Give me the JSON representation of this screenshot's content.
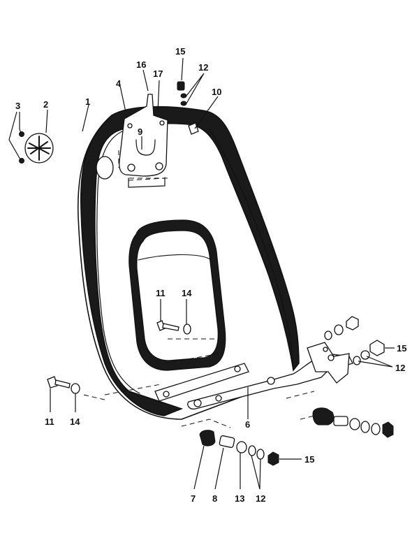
{
  "callouts": {
    "c1": "1",
    "c2": "2",
    "c3": "3",
    "c4": "4",
    "c6": "6",
    "c7": "7",
    "c8": "8",
    "c9": "9",
    "c10": "10",
    "c11a": "11",
    "c11b": "11",
    "c12a": "12",
    "c12b": "12",
    "c12c": "12",
    "c13": "13",
    "c14a": "14",
    "c14b": "14",
    "c15a": "15",
    "c15b": "15",
    "c15c": "15",
    "c16": "16",
    "c17": "17"
  }
}
